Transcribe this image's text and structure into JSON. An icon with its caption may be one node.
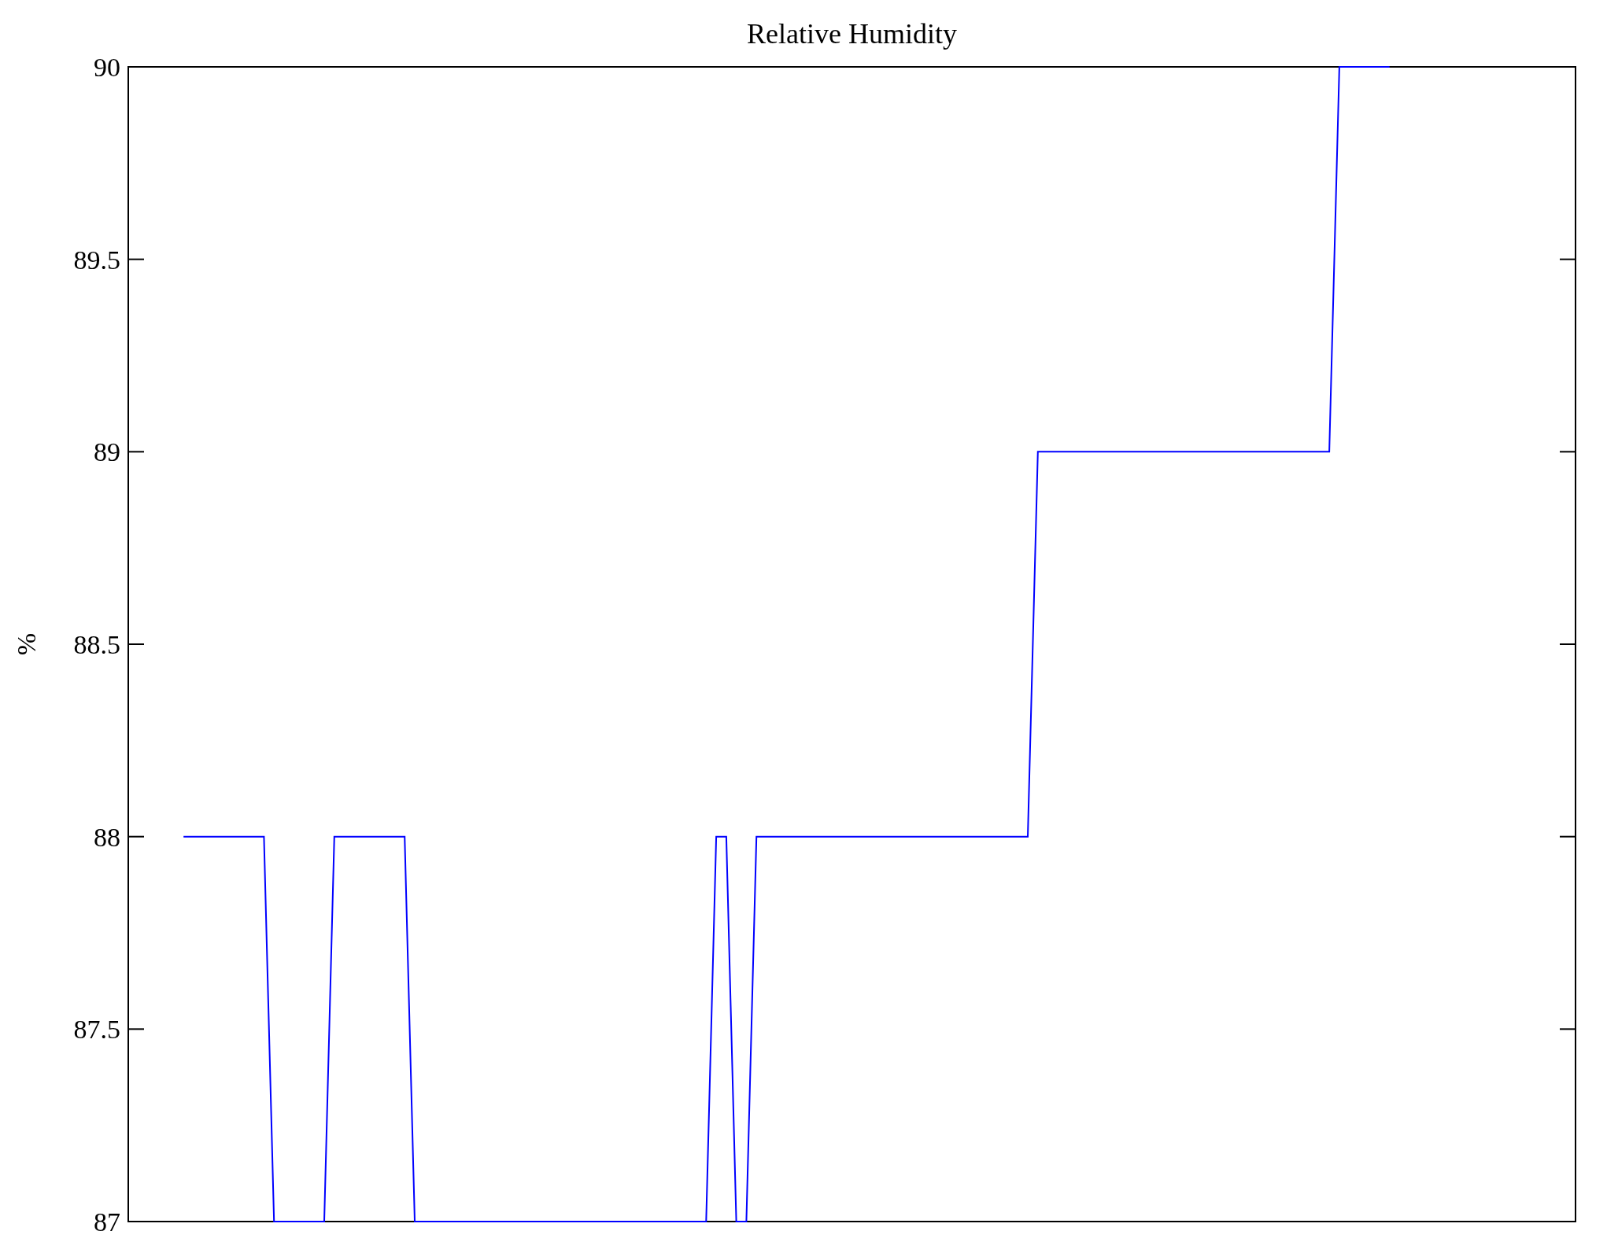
{
  "diagram": {
    "chart_data": {
      "type": "line",
      "title": "Relative Humidity",
      "ylabel": "%",
      "categories": [
        null,
        null,
        null,
        null,
        null,
        null,
        null,
        null,
        null,
        null,
        null,
        null,
        null,
        null,
        null,
        null,
        null,
        null,
        null,
        null,
        null,
        null,
        null,
        null,
        null,
        null,
        null,
        null,
        null,
        null,
        null,
        null,
        null,
        null,
        null,
        null,
        null,
        null,
        null,
        null,
        null,
        null,
        null,
        null,
        null,
        null,
        null,
        null,
        null,
        null,
        null,
        null,
        null,
        null,
        null,
        null,
        null,
        null,
        null,
        null,
        null,
        null,
        null,
        null,
        null,
        null,
        null,
        null,
        null,
        null,
        null,
        null,
        null,
        null,
        null,
        null,
        null,
        null,
        null,
        null,
        null,
        null,
        null,
        null,
        null,
        null,
        null,
        null,
        null,
        null,
        null,
        null,
        null,
        null,
        null,
        null,
        null,
        null,
        null,
        null,
        null,
        null,
        null,
        null,
        null,
        null,
        null,
        null,
        null,
        null,
        null,
        null,
        null,
        null,
        null,
        null,
        null,
        null,
        null,
        null,
        null,
        null,
        null,
        null,
        null,
        null,
        null,
        null,
        null,
        null,
        null,
        null,
        null,
        null,
        null,
        null,
        null,
        null,
        null,
        null,
        null,
        null,
        null,
        null
      ],
      "series": [
        {
          "color": "#0000ff",
          "values": [
            null,
            null,
            null,
            null,
            null,
            88,
            88,
            88,
            88,
            88,
            88,
            88,
            88,
            88,
            87,
            87,
            87,
            87,
            87,
            87,
            88,
            88,
            88,
            88,
            88,
            88,
            88,
            88,
            87,
            87,
            87,
            87,
            87,
            87,
            87,
            87,
            87,
            87,
            87,
            87,
            87,
            87,
            87,
            87,
            87,
            87,
            87,
            87,
            87,
            87,
            87,
            87,
            87,
            87,
            87,
            87,
            87,
            87,
            88,
            88,
            87,
            87,
            88,
            88,
            88,
            88,
            88,
            88,
            88,
            88,
            88,
            88,
            88,
            88,
            88,
            88,
            88,
            88,
            88,
            88,
            88,
            88,
            88,
            88,
            88,
            88,
            88,
            88,
            88,
            88,
            89,
            89,
            89,
            89,
            89,
            89,
            89,
            89,
            89,
            89,
            89,
            89,
            89,
            89,
            89,
            89,
            89,
            89,
            89,
            89,
            89,
            89,
            89,
            89,
            89,
            89,
            89,
            89,
            89,
            89,
            90,
            90,
            90,
            90,
            90,
            90,
            null,
            null,
            null,
            null,
            null,
            null,
            null,
            null,
            null,
            null,
            null,
            null,
            null,
            null,
            null,
            null,
            null,
            null
          ]
        }
      ],
      "ylim": [
        87,
        90
      ],
      "yticks": [
        87,
        87.5,
        88,
        88.5,
        89,
        89.5,
        90
      ]
    }
  }
}
